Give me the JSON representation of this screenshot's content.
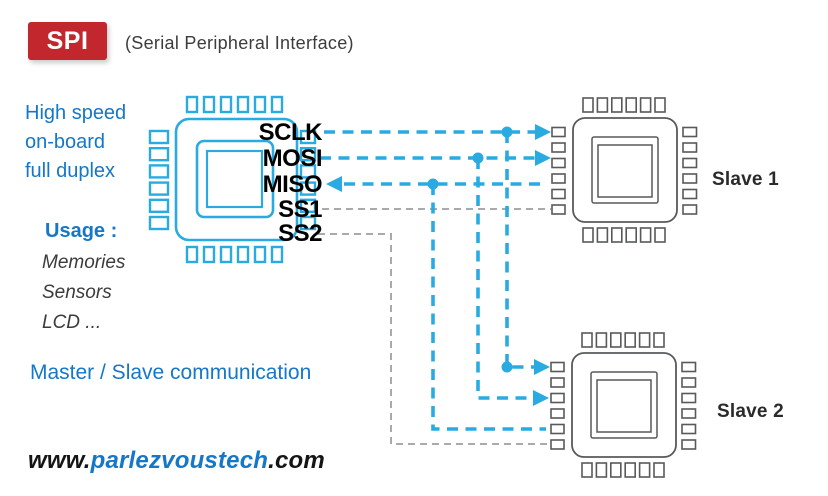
{
  "title_badge": {
    "label": "SPI",
    "color": "#c1272d"
  },
  "subtitle": "(Serial Peripheral Interface)",
  "tagline": [
    "High speed",
    "on-board",
    "full duplex"
  ],
  "usage": {
    "heading": "Usage :",
    "items": [
      "Memories",
      "Sensors",
      "LCD ..."
    ]
  },
  "caption": "Master / Slave communication",
  "website": {
    "prefix": "www.",
    "name": "parlezvoustech",
    "suffix": ".com"
  },
  "signals": [
    "SCLK",
    "MOSI",
    "MISO",
    "SS1",
    "SS2"
  ],
  "slaves": [
    {
      "label": "Slave 1"
    },
    {
      "label": "Slave 2"
    }
  ],
  "connections": [
    {
      "signal": "SCLK",
      "from": "Master",
      "to": [
        "Slave 1",
        "Slave 2"
      ],
      "direction": "master-to-slave"
    },
    {
      "signal": "MOSI",
      "from": "Master",
      "to": [
        "Slave 1",
        "Slave 2"
      ],
      "direction": "master-to-slave"
    },
    {
      "signal": "MISO",
      "from": [
        "Slave 1",
        "Slave 2"
      ],
      "to": "Master",
      "direction": "slave-to-master"
    },
    {
      "signal": "SS1",
      "from": "Master",
      "to": [
        "Slave 1"
      ],
      "direction": "master-to-slave"
    },
    {
      "signal": "SS2",
      "from": "Master",
      "to": [
        "Slave 2"
      ],
      "direction": "master-to-slave"
    }
  ],
  "colors": {
    "accent_cyan": "#29abe2",
    "text_blue": "#1577c8",
    "badge_red": "#c1272d",
    "chip_gray": "#58595b",
    "line_gray": "#a8aaad",
    "text_dark": "#3b3b3b"
  }
}
